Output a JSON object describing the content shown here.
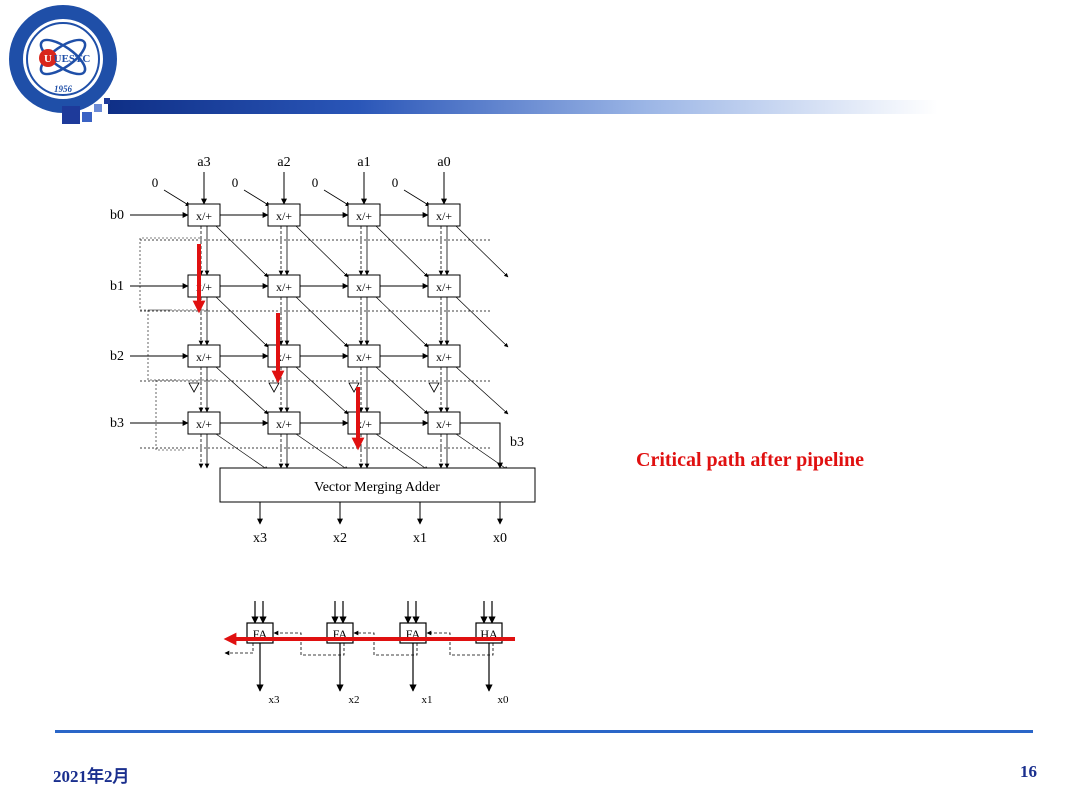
{
  "footer": {
    "date": "2021年2月",
    "page_number": "16"
  },
  "caption": "Critical path after pipeline",
  "logo": {
    "text": "UESTC",
    "year": "1956"
  },
  "colors": {
    "accent": "#e01010",
    "brand": "#1a2f8e",
    "footer_line": "#2a66c8"
  },
  "diagram": {
    "inputs_a": [
      "a3",
      "a2",
      "a1",
      "a0"
    ],
    "zero_label": "0",
    "inputs_b": [
      "b0",
      "b1",
      "b2",
      "b3"
    ],
    "cell_label": "x/+",
    "bypass_label": "b3",
    "adder_label": "Vector Merging Adder",
    "outputs": [
      "x3",
      "x2",
      "x1",
      "x0"
    ],
    "ripple": {
      "cells": [
        "FA",
        "FA",
        "FA",
        "HA"
      ],
      "outputs": [
        "x3",
        "x2",
        "x1",
        "x0"
      ]
    }
  }
}
